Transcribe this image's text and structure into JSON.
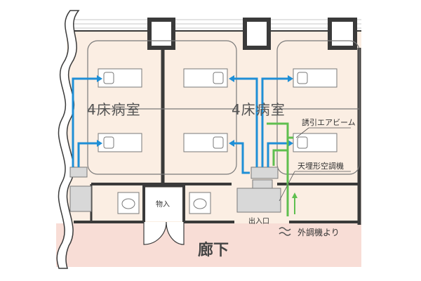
{
  "rooms": [
    {
      "label": "4床病室"
    },
    {
      "label": "4床病室"
    }
  ],
  "labels": {
    "storage": "物入",
    "entrance": "出入口",
    "corridor": "廊下",
    "induced_air_beam": "誘引エアビーム",
    "ceiling_ac": "天埋形空調機",
    "from_outdoor_ac": "外調機より"
  },
  "colors": {
    "room_fill": "#fbeee3",
    "corridor_fill": "#f8ddd6",
    "wall": "#3a3a3a",
    "blue_duct": "#1f8fd6",
    "green_duct": "#5fbf4f",
    "equipment": "#d8d8d8"
  }
}
